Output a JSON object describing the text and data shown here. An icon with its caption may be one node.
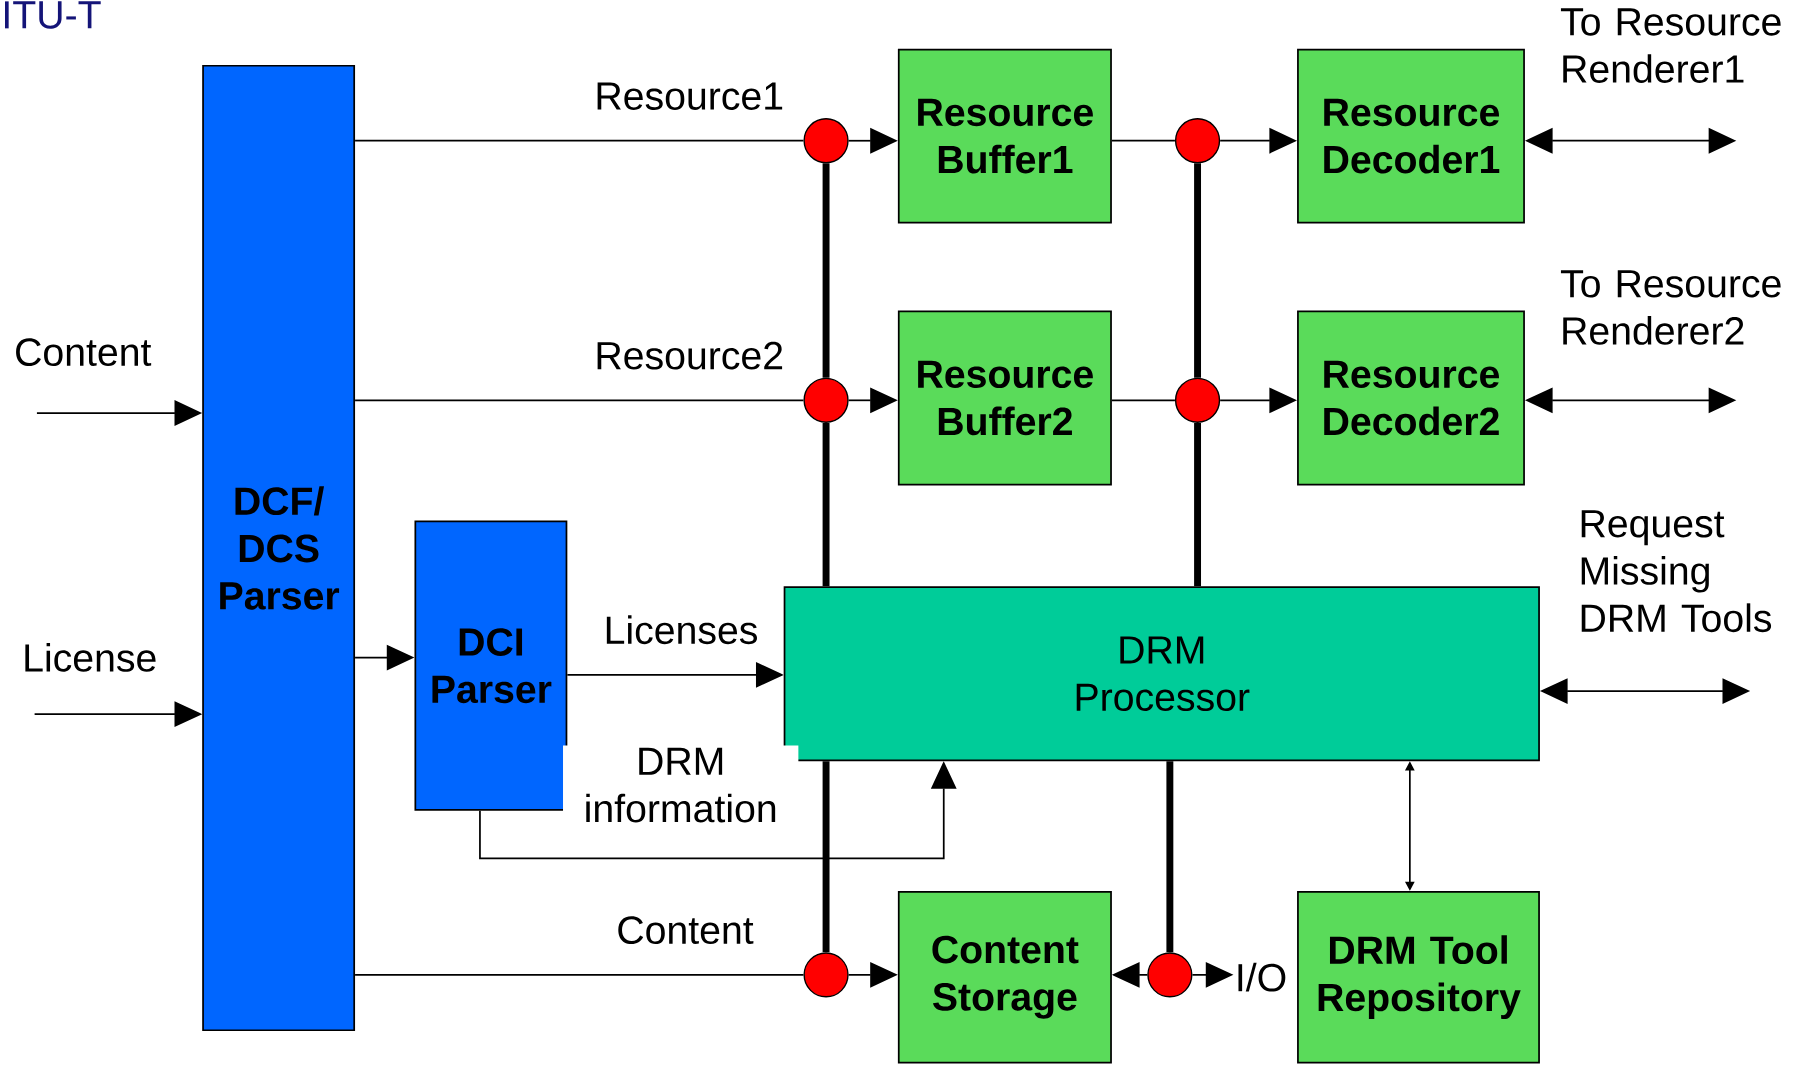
{
  "diagram": {
    "nodes": [
      {
        "text": [
          "DCF/ DCS Parser"
        ]
      },
      {
        "text": [
          "DCI Parser"
        ]
      },
      {
        "text": [
          "Resource Buffer1"
        ]
      },
      {
        "text": [
          "Resource Decoder1"
        ]
      },
      {
        "text": [
          "Resource Buffer2"
        ]
      },
      {
        "text": [
          "Resource Decoder2"
        ]
      },
      {
        "text": [
          "DRM Processor"
        ]
      },
      {
        "text": [
          "Content Storage"
        ]
      },
      {
        "text": [
          "I/O"
        ]
      },
      {
        "text": [
          "DRM Tool Repository"
        ]
      },
      {
        "text": [],
        "shape": "circle"
      },
      {
        "text": [],
        "shape": "circle"
      },
      {
        "text": [],
        "shape": "circle"
      },
      {
        "text": [],
        "shape": "circle"
      },
      {
        "text": [],
        "shape": "circle"
      },
      {
        "text": [],
        "shape": "circle"
      }
    ],
    "edges": [
      {
        "from": null,
        "to": 0,
        "arrow": "to",
        "label": "Content"
      },
      {
        "from": null,
        "to": 0,
        "arrow": "to",
        "label": "License"
      },
      {
        "from": 0,
        "to": 10,
        "arrow": "none",
        "label": "Resource1"
      },
      {
        "from": 10,
        "to": 2,
        "arrow": "to"
      },
      {
        "from": 2,
        "to": 11,
        "arrow": "none"
      },
      {
        "from": 11,
        "to": 3,
        "arrow": "to"
      },
      {
        "from": 0,
        "to": 12,
        "arrow": "none",
        "label": "Resource2"
      },
      {
        "from": 12,
        "to": 4,
        "arrow": "to"
      },
      {
        "from": 4,
        "to": 13,
        "arrow": "none"
      },
      {
        "from": 13,
        "to": 5,
        "arrow": "to"
      },
      {
        "from": 0,
        "to": 1,
        "arrow": "to"
      },
      {
        "from": 1,
        "to": 6,
        "arrow": "to",
        "label": "Licenses"
      },
      {
        "from": 1,
        "to": 6,
        "arrow": "to",
        "label": "DRM information"
      },
      {
        "from": 0,
        "to": 14,
        "arrow": "none",
        "label": "Content"
      },
      {
        "from": 14,
        "to": 7,
        "arrow": "to"
      },
      {
        "from": 15,
        "to": 7,
        "arrow": "to"
      },
      {
        "from": 15,
        "to": 8,
        "arrow": "to"
      },
      {
        "from": 10,
        "to": 12,
        "arrow": "none",
        "style": "thick"
      },
      {
        "from": 12,
        "to": 6,
        "arrow": "none",
        "style": "thick"
      },
      {
        "from": 11,
        "to": 13,
        "arrow": "none",
        "style": "thick"
      },
      {
        "from": 13,
        "to": 6,
        "arrow": "none",
        "style": "thick"
      },
      {
        "from": 6,
        "to": 14,
        "arrow": "none",
        "style": "thick"
      },
      {
        "from": 6,
        "to": 15,
        "arrow": "none",
        "style": "thick"
      },
      {
        "from": 6,
        "to": 9,
        "arrow": "both"
      },
      {
        "from": 3,
        "to": null,
        "arrow": "both",
        "label": "To Resource Renderer1"
      },
      {
        "from": 5,
        "to": null,
        "arrow": "both",
        "label": "To Resource Renderer2"
      },
      {
        "from": 6,
        "to": null,
        "arrow": "both",
        "label": "Request Missing DRM Tools"
      }
    ],
    "labels": [
      "ITU-T"
    ]
  }
}
